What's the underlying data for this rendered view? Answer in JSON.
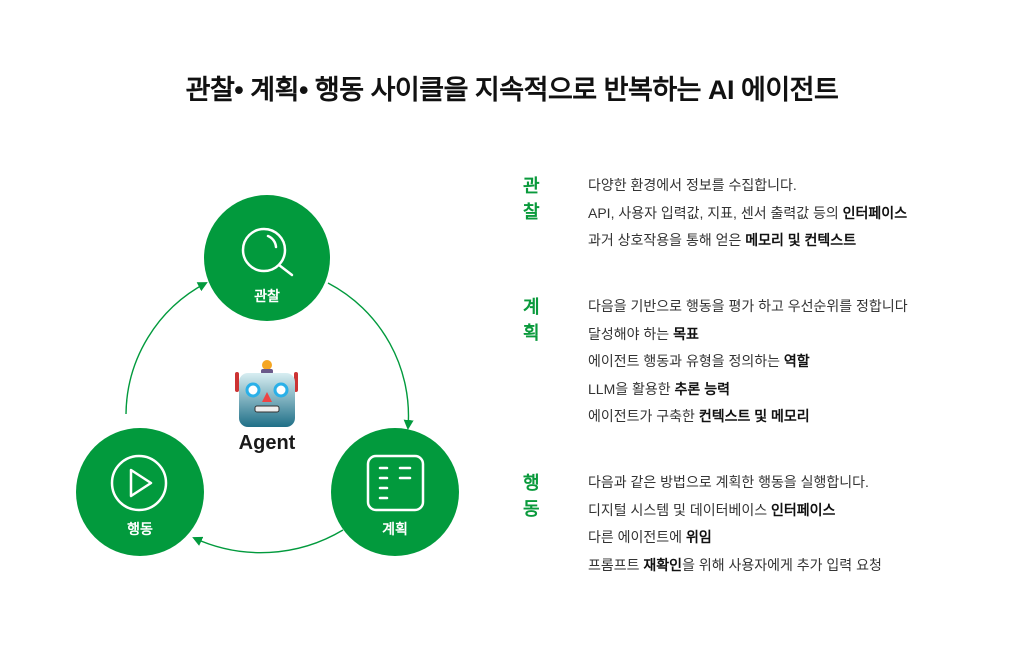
{
  "title": "관찰• 계획• 행동 사이클을 지속적으로 반복하는 AI 에이전트",
  "colors": {
    "accent": "#029a3d",
    "text": "#333333"
  },
  "diagram": {
    "agent_label": "Agent",
    "nodes": [
      {
        "label": "관찰",
        "icon": "magnifier-icon"
      },
      {
        "label": "계획",
        "icon": "list-icon"
      },
      {
        "label": "행동",
        "icon": "play-icon"
      }
    ]
  },
  "sections": [
    {
      "label": "관찰",
      "lines": [
        {
          "pre": "다양한 환경에서 정보를 수집합니다.",
          "bold": "",
          "post": ""
        },
        {
          "pre": "API, 사용자 입력값, 지표, 센서 출력값 등의 ",
          "bold": "인터페이스",
          "post": ""
        },
        {
          "pre": "과거 상호작용을 통해 얻은 ",
          "bold": "메모리 및 컨텍스트",
          "post": ""
        }
      ]
    },
    {
      "label": "계획",
      "lines": [
        {
          "pre": "다음을 기반으로 행동을 평가 하고 우선순위를 정합니다",
          "bold": "",
          "post": ""
        },
        {
          "pre": "달성해야 하는 ",
          "bold": "목표",
          "post": ""
        },
        {
          "pre": "에이전트 행동과 유형을 정의하는 ",
          "bold": "역할",
          "post": ""
        },
        {
          "pre": "LLM을 활용한 ",
          "bold": "추론 능력",
          "post": ""
        },
        {
          "pre": "에이전트가 구축한 ",
          "bold": "컨텍스트 및 메모리",
          "post": ""
        }
      ]
    },
    {
      "label": "행동",
      "lines": [
        {
          "pre": "다음과 같은 방법으로 계획한 행동을 실행합니다.",
          "bold": "",
          "post": ""
        },
        {
          "pre": "디지털 시스템 및 데이터베이스 ",
          "bold": "인터페이스",
          "post": ""
        },
        {
          "pre": "다른 에이전트에 ",
          "bold": "위임",
          "post": ""
        },
        {
          "pre": "프롬프트 ",
          "bold": "재확인",
          "post": "을 위해 사용자에게 추가 입력 요청"
        }
      ]
    }
  ]
}
